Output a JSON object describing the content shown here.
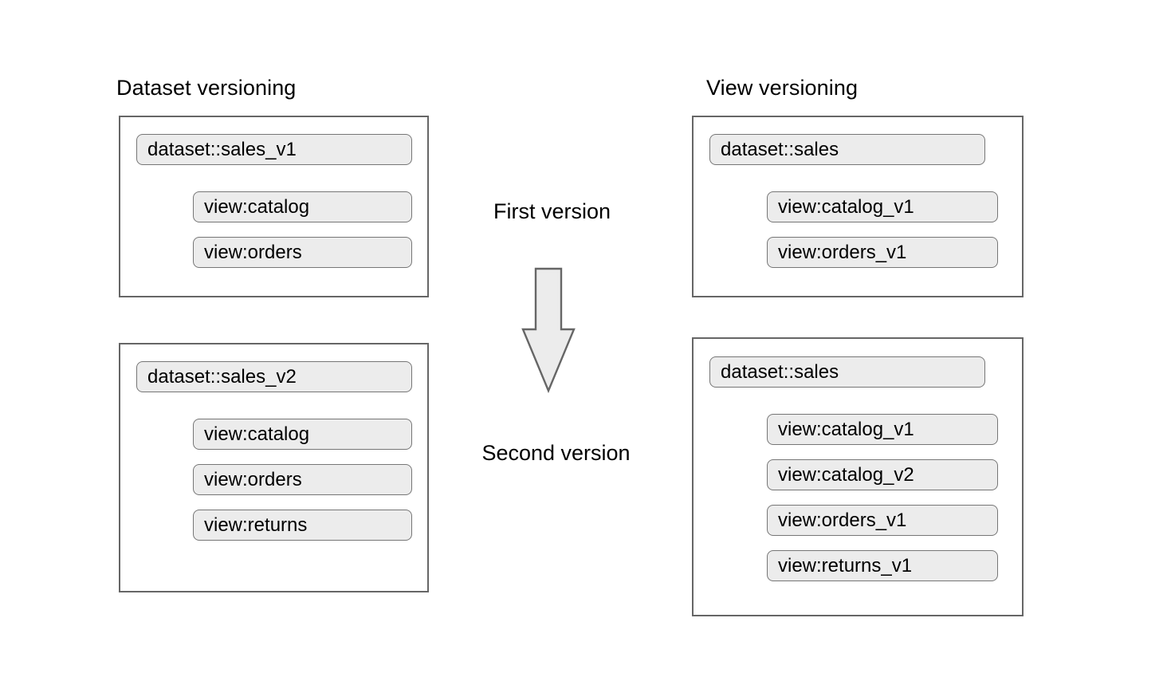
{
  "diagram": {
    "title": "Dataset versioning vs View versioning",
    "columns": [
      {
        "heading": "Dataset versioning",
        "groups": [
          {
            "name": "first-version-group",
            "dataset": "dataset::sales_v1",
            "views": [
              "view:catalog",
              "view:orders"
            ]
          },
          {
            "name": "second-version-group",
            "dataset": "dataset::sales_v2",
            "views": [
              "view:catalog",
              "view:orders",
              "view:returns"
            ]
          }
        ]
      },
      {
        "heading": "View versioning",
        "groups": [
          {
            "name": "first-version-group",
            "dataset": "dataset::sales",
            "views": [
              "view:catalog_v1",
              "view:orders_v1"
            ]
          },
          {
            "name": "second-version-group",
            "dataset": "dataset::sales",
            "views": [
              "view:catalog_v1",
              "view:catalog_v2",
              "view:orders_v1",
              "view:returns_v1"
            ]
          }
        ]
      }
    ],
    "center": {
      "top_label": "First version",
      "bottom_label": "Second version",
      "arrow": "down-arrow-icon"
    },
    "colors": {
      "background": "#ffffff",
      "box_border": "#666666",
      "pill_fill": "#ececec",
      "pill_border": "#767676",
      "arrow_fill": "#ececec",
      "arrow_stroke": "#666666",
      "text": "#000000"
    }
  }
}
